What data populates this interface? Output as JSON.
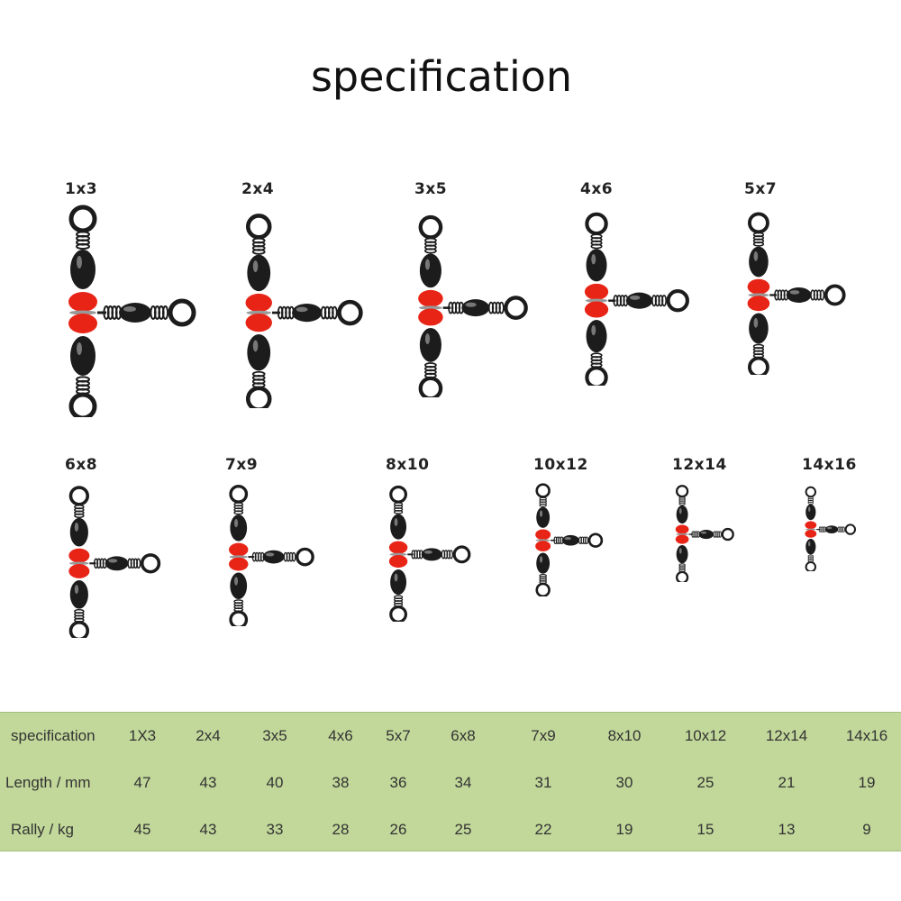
{
  "title": "specification",
  "sizes": [
    "1x3",
    "2x4",
    "3x5",
    "4x6",
    "5x7",
    "6x8",
    "7x9",
    "8x10",
    "10x12",
    "12x14",
    "14x16"
  ],
  "colors": {
    "bead": "#e82416",
    "metal": "#1c1c1c",
    "table_bg": "#c2d89a"
  },
  "table": {
    "rows": [
      {
        "header": "specification",
        "values": [
          "1X3",
          "2x4",
          "3x5",
          "4x6",
          "5x7",
          "6x8",
          "7x9",
          "8x10",
          "10x12",
          "12x14",
          "14x16"
        ]
      },
      {
        "header": "Length / mm",
        "values": [
          "47",
          "43",
          "40",
          "38",
          "36",
          "34",
          "31",
          "30",
          "25",
          "21",
          "19"
        ]
      },
      {
        "header": "Rally / kg",
        "values": [
          "45",
          "43",
          "33",
          "28",
          "26",
          "25",
          "22",
          "19",
          "15",
          "13",
          "9"
        ]
      }
    ]
  }
}
